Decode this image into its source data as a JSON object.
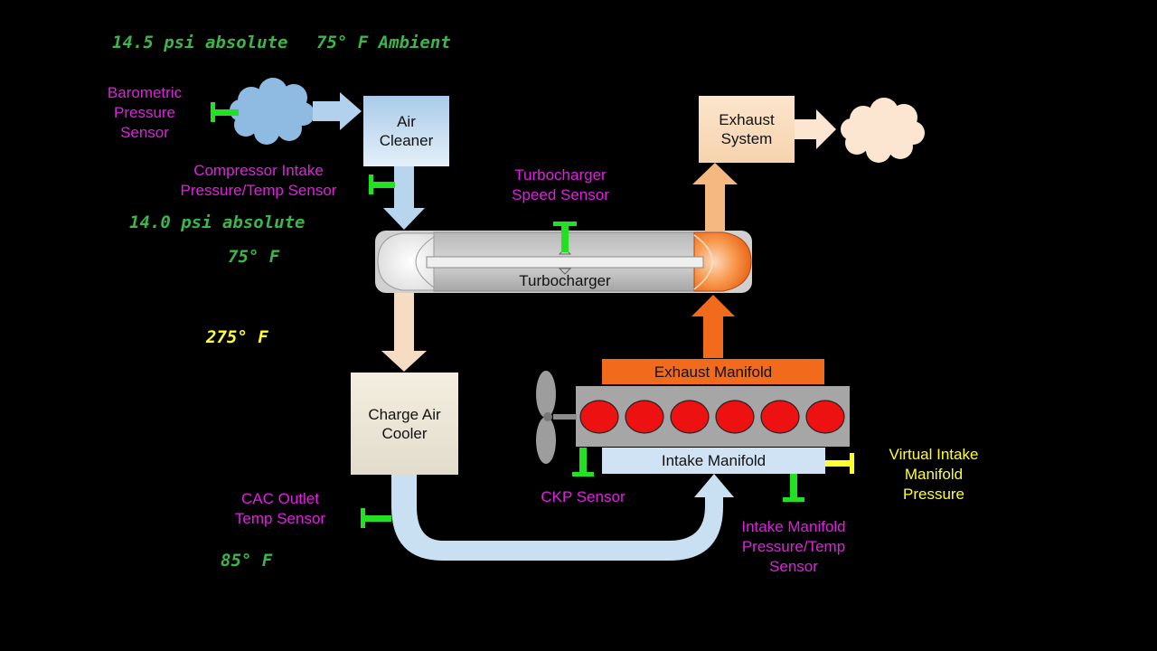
{
  "conditions": {
    "inlet_pressure": "14.5 psi absolute",
    "ambient_temp": "75° F Ambient",
    "compressor_inlet_pressure": "14.0 psi absolute",
    "compressor_inlet_temp": "75° F",
    "compressor_outlet_temp": "275° F",
    "cac_outlet_temp": "85° F"
  },
  "components": {
    "air_cleaner": "Air\nCleaner",
    "exhaust_system": "Exhaust\nSystem",
    "turbocharger": "Turbocharger",
    "charge_air_cooler": "Charge Air\nCooler",
    "exhaust_manifold": "Exhaust Manifold",
    "intake_manifold": "Intake Manifold"
  },
  "sensors": {
    "barometric": "Barometric\nPressure\nSensor",
    "compressor_intake": "Compressor Intake\nPressure/Temp  Sensor",
    "turbo_speed": "Turbocharger\nSpeed Sensor",
    "cac_outlet": "CAC Outlet\nTemp Sensor",
    "ckp": "CKP Sensor",
    "intake_manifold": "Intake Manifold\nPressure/Temp\nSensor",
    "virtual_imp": "Virtual Intake\nManifold\nPressure"
  },
  "colors": {
    "sensor_label": "#e020e0",
    "virtual_label": "#ffff30",
    "condition_label": "#3cb54a",
    "hot_label": "#ffff30",
    "intake_air": "#c5dcf0",
    "hot_air": "#f8dcc0",
    "exhaust": "#f26a1b",
    "sensor_marker": "#22e022",
    "cylinder": "#ee1111"
  }
}
